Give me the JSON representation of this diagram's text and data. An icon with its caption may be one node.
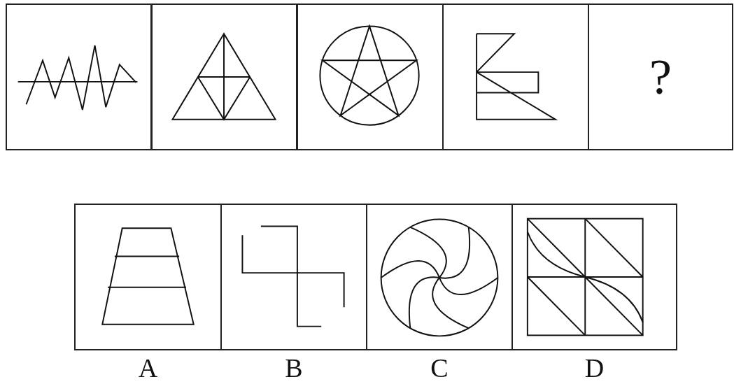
{
  "diagram": {
    "nodes": [
      {
        "text": [],
        "shape": "box"
      },
      {
        "text": [],
        "shape": "box"
      },
      {
        "text": [],
        "shape": "box"
      },
      {
        "text": [],
        "shape": "box"
      },
      {
        "text": [
          "?"
        ]
      },
      {
        "text": [
          "A"
        ]
      },
      {
        "text": [
          "B"
        ]
      },
      {
        "text": [
          "C"
        ]
      },
      {
        "text": [
          "D"
        ]
      }
    ]
  }
}
